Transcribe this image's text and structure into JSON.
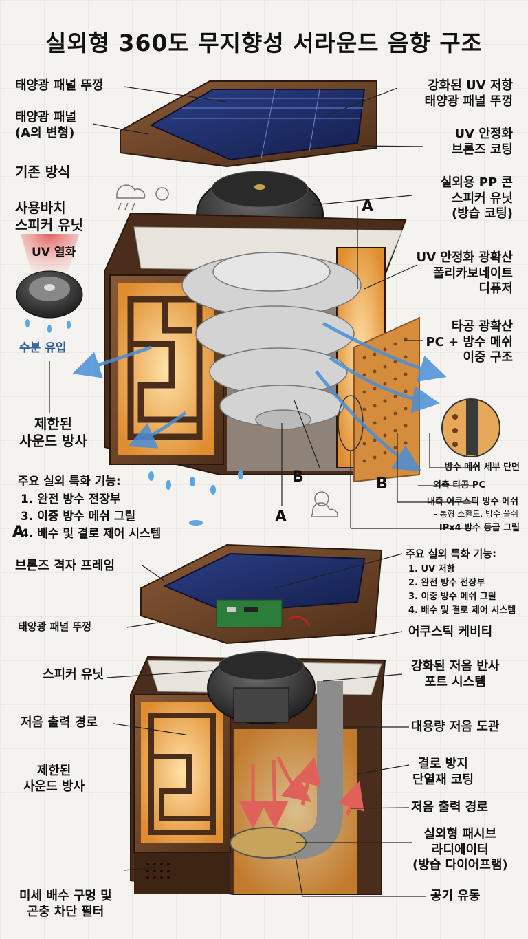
{
  "title": "실외형 360도 무지향성 서라운드 음향 구조",
  "top": {
    "left_labels": {
      "solar_lid": "태양광 패널 뚜껑",
      "solar_panel": "태양광 패널\n(A의 변형)",
      "conventional": "기존 방식",
      "used_speaker": "사용바치\n스피커 유닛",
      "uv_degradation": "UV 열화",
      "moisture": "수분  유입",
      "limited_radiation": "제한된\n사운드 방사"
    },
    "right_labels": {
      "uv_lid": "강화된 UV 저항\n태양광 패널 뚜껑",
      "bronze_coating": "UV 안정화\n브론즈 코팅",
      "pp_cone": "실외용 PP 콘\n스피커 유닛\n(방습 코팅)",
      "diffuser": "UV 안정화 광확산\n폴리카보네이트\n디퓨저",
      "perforated": "타공 광확산\nPC + 방수 메쉬\n이중 구조",
      "mesh_section": "방수 메쉬 세부 단면",
      "outer_pc": "외측 타공 PC",
      "inner_mesh": "내측 어쿠스틱 방수 메쉬",
      "inner_mesh_note": "- 통형 소환드, 방수 풀쉬",
      "ipx4": "IPx4 방수 등급 그릴"
    },
    "letters": {
      "a1": "A",
      "a2": "A",
      "a3": "A",
      "b1": "B",
      "b2": "B"
    },
    "features": {
      "heading": "주요 실외 특화 기능:",
      "items": [
        "1. 완전 방수 전장부",
        "3. 이중 방수 메쉬 그릴",
        "4. 배수 및 결로 제어 시스템"
      ]
    }
  },
  "bottom": {
    "left_labels": {
      "bronze_frame": "브론즈 격자 프레임",
      "solar_lid": "태양광 패널 뚜껑",
      "speaker_unit": "스피커 유닛",
      "bass_path": "저음 출력 경로",
      "limited_radiation": "제한된\n사운드 방사",
      "drain_holes": "미세 배수 구멍 및\n곤충 차단 필터"
    },
    "features": {
      "heading": "주요 실외 특화 기능:",
      "items": [
        "1. UV 저항",
        "2. 완전 방수 전장부",
        "3. 이중 방수 메쉬 그릴",
        "4. 배수 및 결로 제어 시스템"
      ]
    },
    "right_labels": {
      "acoustic_cavity": "어쿠스틱 케비티",
      "bass_reflex": "강화된 저음 반사\n포트 시스템",
      "bass_duct": "대용량 저음 도관",
      "condensation": "결로 방지\n단열재 코팅",
      "bass_path": "저음 출력 경로",
      "passive_radiator": "실외형 패시브\n라디에이터\n(방습 다이어프램)",
      "airflow": "공기 유동"
    }
  },
  "colors": {
    "bronze": "#6b4327",
    "bronze_dark": "#3e2414",
    "amber": "#f0a94a",
    "solar": "#1f2f6b",
    "arrow_blue": "#4a8fd8",
    "arrow_red": "#e0605a"
  }
}
